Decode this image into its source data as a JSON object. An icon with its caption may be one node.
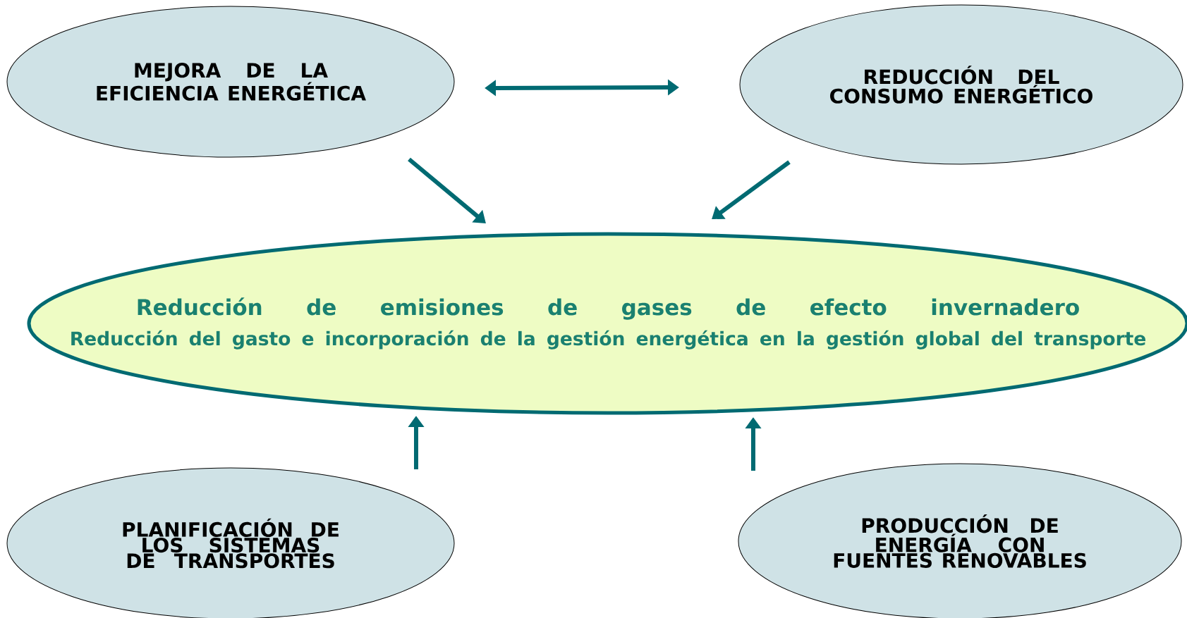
{
  "diagram": {
    "nodes": [
      {
        "text": [
          "MEJORA DE LA EFICIENCIA ENERGÉTICA"
        ]
      },
      {
        "text": [
          "REDUCCIÓN DEL CONSUMO ENERGÉTICO"
        ]
      },
      {
        "text": [
          "Reducción de emisiones de gases de efecto invernadero",
          "Reducción del gasto e incorporación de la gestión energética en la gestión global del transporte"
        ]
      },
      {
        "text": [
          "PLANIFICACIÓN DE LOS SISTEMAS DE TRANSPORTES"
        ]
      },
      {
        "text": [
          "PRODUCCIÓN DE ENERGÍA CON FUENTES RENOVABLES"
        ]
      }
    ],
    "edges": [
      {
        "from": 0,
        "to": 1,
        "arrow": "both"
      },
      {
        "from": 0,
        "to": 2,
        "arrow": "to"
      },
      {
        "from": 1,
        "to": 2,
        "arrow": "to"
      },
      {
        "from": 3,
        "to": 2,
        "arrow": "to"
      },
      {
        "from": 4,
        "to": 2,
        "arrow": "to"
      }
    ]
  }
}
